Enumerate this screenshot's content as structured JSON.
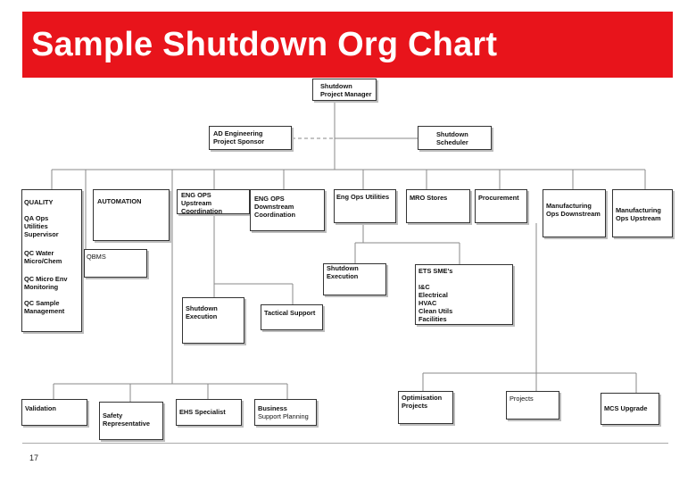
{
  "slide": {
    "title": "Sample Shutdown Org Chart",
    "page_number": "17"
  },
  "chart": {
    "project_manager": "Shutdown\nProject Manager",
    "sponsor": "AD Engineering\nProject Sponsor",
    "scheduler": "Shutdown\nScheduler",
    "quality": {
      "title": "QUALITY",
      "items": [
        "QA Ops\nUtilities\nSupervisor",
        "QC Water\nMicro/Chem",
        "QC Micro Env\nMonitoring",
        "QC Sample\nManagement"
      ]
    },
    "automation": "AUTOMATION",
    "qbms": "QBMS",
    "eng_ops_upstream": "ENG OPS\nUpstream\nCoordination",
    "eng_ops_downstream": "ENG OPS\nDownstream\nCoordination",
    "eng_ops_utilities": "Eng Ops Utilities",
    "mro_stores": "MRO Stores",
    "procurement": "Procurement",
    "mfg_downstream": "Manufacturing\nOps Downstream",
    "mfg_upstream": "Manufacturing\nOps Upstream",
    "shutdown_execution_1": "Shutdown\nExecution",
    "ets_smes": {
      "title": "ETS SME's",
      "items": "I&C\nElectrical\nHVAC\nClean Utils\nFacilities"
    },
    "shutdown_execution_2": "Shutdown\nExecution",
    "tactical_support": "Tactical Support",
    "validation": "Validation",
    "safety_rep": "Safety\nRepresentative",
    "ehs_specialist": "EHS Specialist",
    "business_support": {
      "title": "Business",
      "subtitle": "Support Planning"
    },
    "optimisation": "Optimisation\nProjects",
    "projects": "Projects",
    "mcs_upgrade": "MCS Upgrade"
  }
}
